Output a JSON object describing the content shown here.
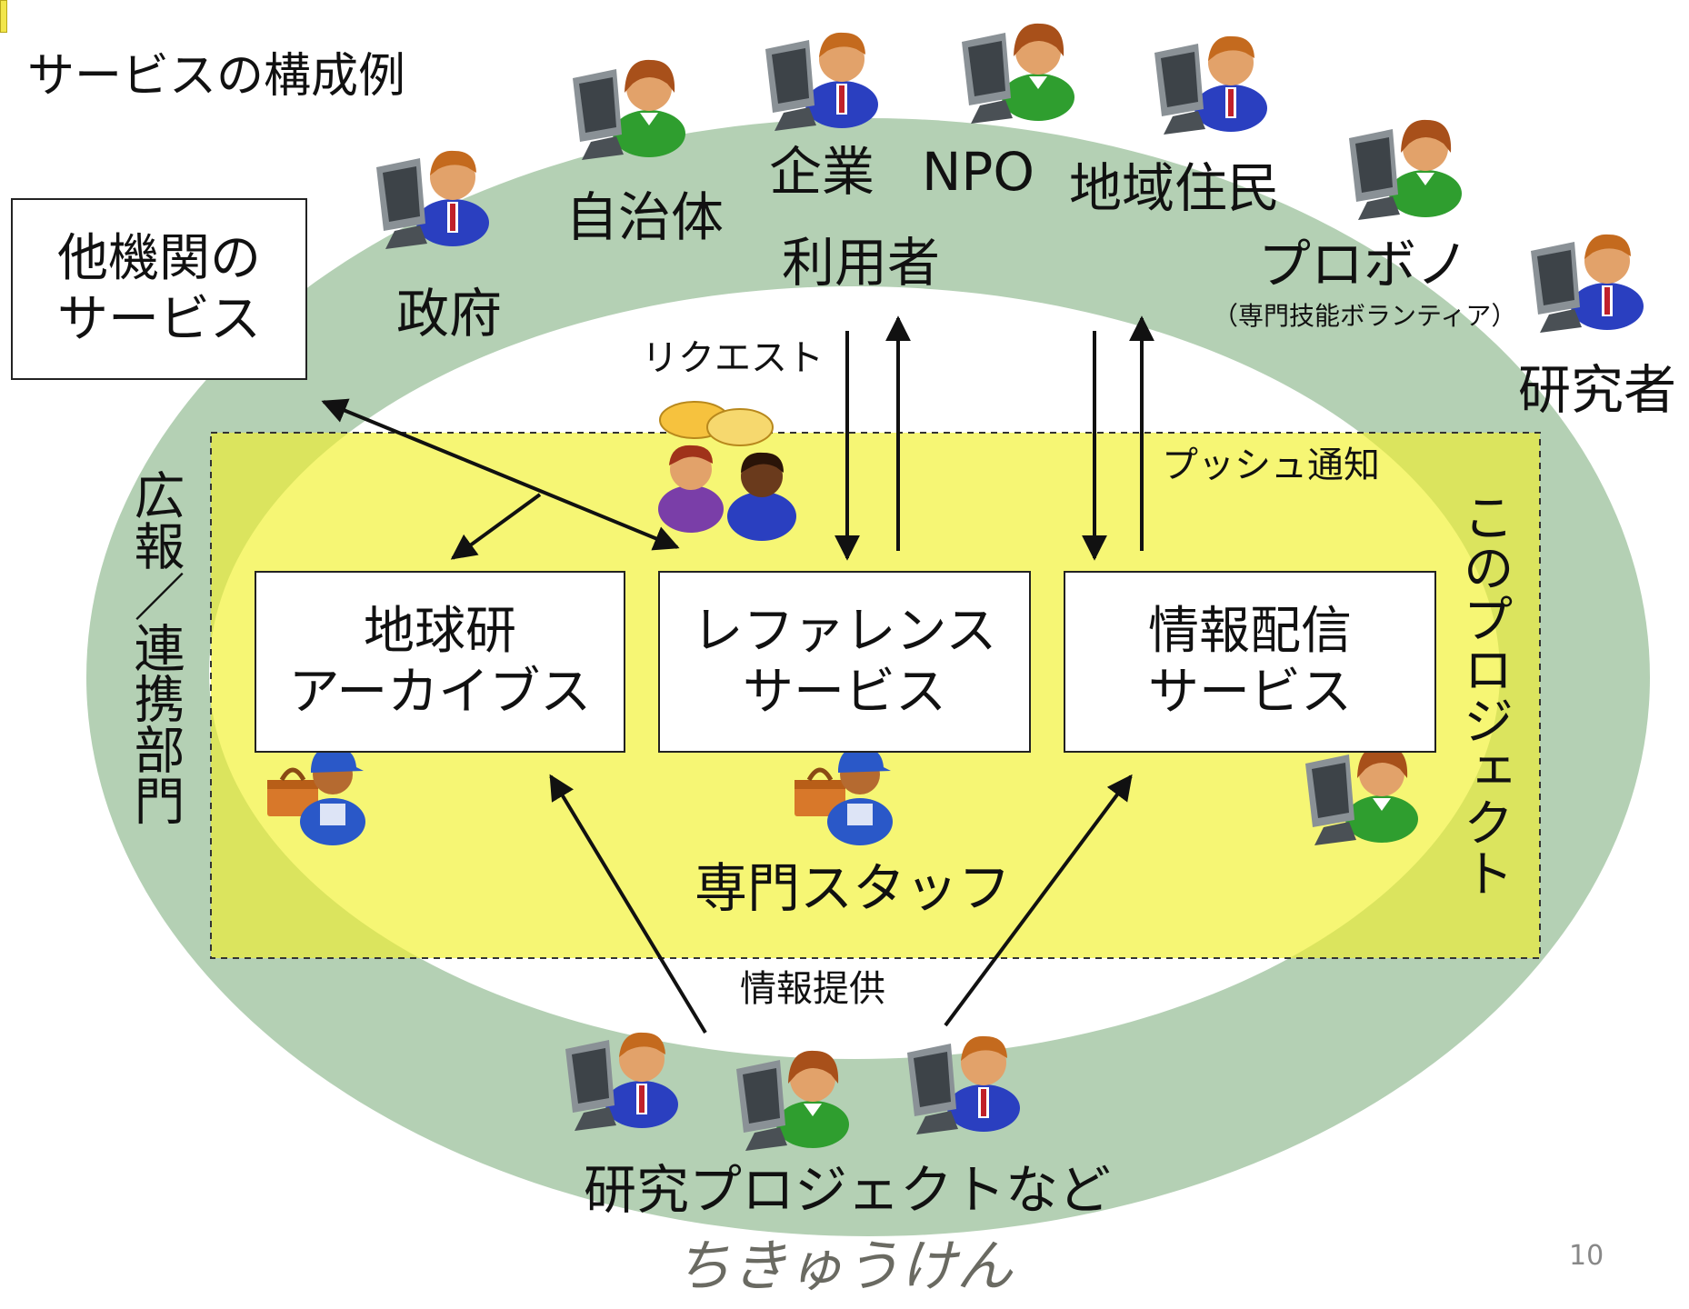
{
  "slide": {
    "title": "サービスの構成例",
    "page_number": "10",
    "logo_text": "ちきゅうけん"
  },
  "users": {
    "government": "政府",
    "local_gov": "自治体",
    "company": "企業",
    "npo": "NPO",
    "residents": "地域住民",
    "probono": "プロボノ",
    "probono_note": "（専門技能ボランティア）",
    "researcher": "研究者",
    "users_label": "利用者"
  },
  "other_services": {
    "line1": "他機関の",
    "line2": "サービス"
  },
  "flows": {
    "request": "リクエスト",
    "push": "プッシュ通知",
    "provide": "情報提供"
  },
  "pr_department": "広報／連携部門",
  "this_project": "このプロジェクト",
  "services": [
    {
      "line1": "地球研",
      "line2": "アーカイブス"
    },
    {
      "line1": "レファレンス",
      "line2": "サービス"
    },
    {
      "line1": "情報配信",
      "line2": "サービス"
    }
  ],
  "staff": "専門スタッフ",
  "research_projects": "研究プロジェクトなど",
  "colors": {
    "outer_ring": "#b4d0b4",
    "inner_ellipse": "#ffffff",
    "project_area": "#f4f46a",
    "person_blue": "#2a3fc0",
    "person_green": "#2f9e2f",
    "monitor": "#6d7479"
  }
}
